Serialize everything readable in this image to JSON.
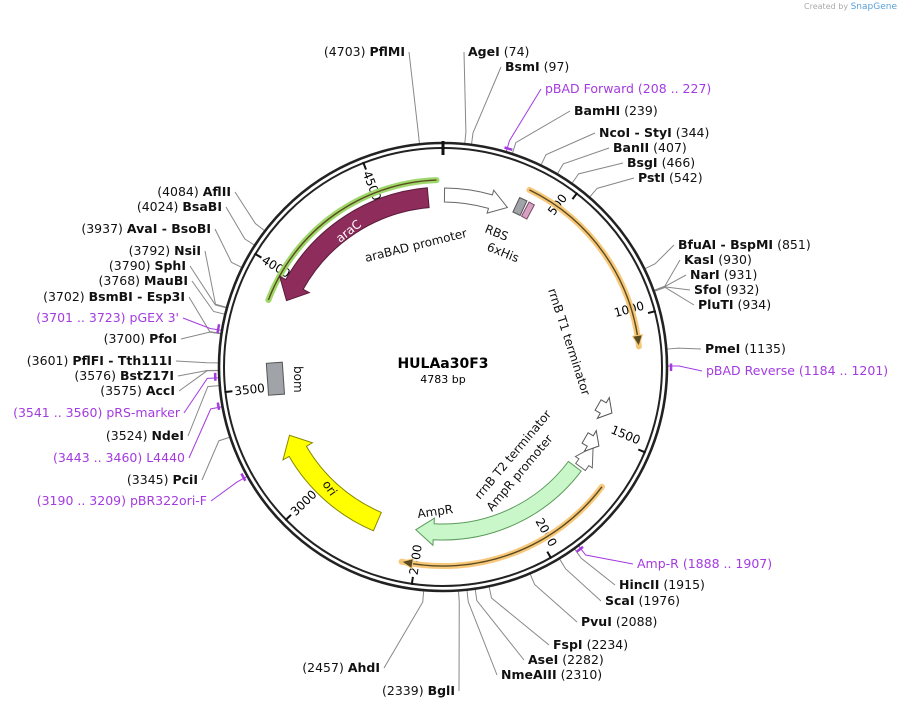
{
  "credit": {
    "prefix": "Created by",
    "brand": "SnapGene"
  },
  "plasmid": {
    "name": "HULAa30F3",
    "length_label": "4783 bp",
    "length": 4783
  },
  "ticks": [
    "500",
    "1000",
    "1500",
    "2000",
    "2500",
    "3000",
    "3500",
    "4000",
    "4500"
  ],
  "features": {
    "araC": "araC",
    "araBAD_promoter": "araBAD promoter",
    "RBS": "RBS",
    "his": "6xHis",
    "rrnB_T1": "rrnB T1 terminator",
    "rrnB_T2": "rrnB T2 terminator",
    "AmpR_promoter": "AmpR promoter",
    "AmpR": "AmpR",
    "ori": "ori",
    "bom": "bom"
  },
  "colors": {
    "araC": "#8e2c5c",
    "AmpR": "#c9f7c9",
    "ori": "#ffff00",
    "bom": "#a0a4a8",
    "his": "#d7a0c0",
    "primer": "#a43be0",
    "orf_halo": "#f7c87a",
    "araC_halo": "#9fd86a"
  },
  "enzymes": [
    {
      "name": "PflMI",
      "pos": "4703"
    },
    {
      "name": "AgeI",
      "pos": "74"
    },
    {
      "name": "BsmI",
      "pos": "97"
    },
    {
      "name": "BamHI",
      "pos": "239"
    },
    {
      "name": "NcoI  - StyI",
      "pos": "344"
    },
    {
      "name": "BanII",
      "pos": "407"
    },
    {
      "name": "BsgI",
      "pos": "466"
    },
    {
      "name": "PstI",
      "pos": "542"
    },
    {
      "name": "BfuAI  - BspMI",
      "pos": "851"
    },
    {
      "name": "KasI",
      "pos": "930"
    },
    {
      "name": "NarI",
      "pos": "931"
    },
    {
      "name": "SfoI",
      "pos": "932"
    },
    {
      "name": "PluTI",
      "pos": "934"
    },
    {
      "name": "PmeI",
      "pos": "1135"
    },
    {
      "name": "HincII",
      "pos": "1915"
    },
    {
      "name": "ScaI",
      "pos": "1976"
    },
    {
      "name": "PvuI",
      "pos": "2088"
    },
    {
      "name": "FspI",
      "pos": "2234"
    },
    {
      "name": "AseI",
      "pos": "2282"
    },
    {
      "name": "NmeAIII",
      "pos": "2310"
    },
    {
      "name": "BglI",
      "pos": "2339"
    },
    {
      "name": "AhdI",
      "pos": "2457"
    },
    {
      "name": "AflII",
      "pos": "4084"
    },
    {
      "name": "BsaBI",
      "pos": "4024"
    },
    {
      "name": "AvaI  - BsoBI",
      "pos": "3937"
    },
    {
      "name": "NsiI",
      "pos": "3792"
    },
    {
      "name": "SphI",
      "pos": "3790"
    },
    {
      "name": "MauBI",
      "pos": "3768"
    },
    {
      "name": "BsmBI  - Esp3I",
      "pos": "3702"
    },
    {
      "name": "PfoI",
      "pos": "3700"
    },
    {
      "name": "PflFI  - Tth111I",
      "pos": "3601"
    },
    {
      "name": "BstZ17I",
      "pos": "3576"
    },
    {
      "name": "AccI",
      "pos": "3575"
    },
    {
      "name": "NdeI",
      "pos": "3524"
    },
    {
      "name": "PciI",
      "pos": "3345"
    }
  ],
  "primers": [
    {
      "name": "pBAD Forward",
      "range": "208 .. 227"
    },
    {
      "name": "pBAD Reverse",
      "range": "1184 .. 1201"
    },
    {
      "name": "Amp-R",
      "range": "1888 .. 1907"
    },
    {
      "name": "pGEX 3'",
      "range": "3701 .. 3723"
    },
    {
      "name": "pRS-marker",
      "range": "3541 .. 3560"
    },
    {
      "name": "L4440",
      "range": "3443 .. 3460"
    },
    {
      "name": "pBR322ori-F",
      "range": "3190 .. 3209"
    }
  ]
}
